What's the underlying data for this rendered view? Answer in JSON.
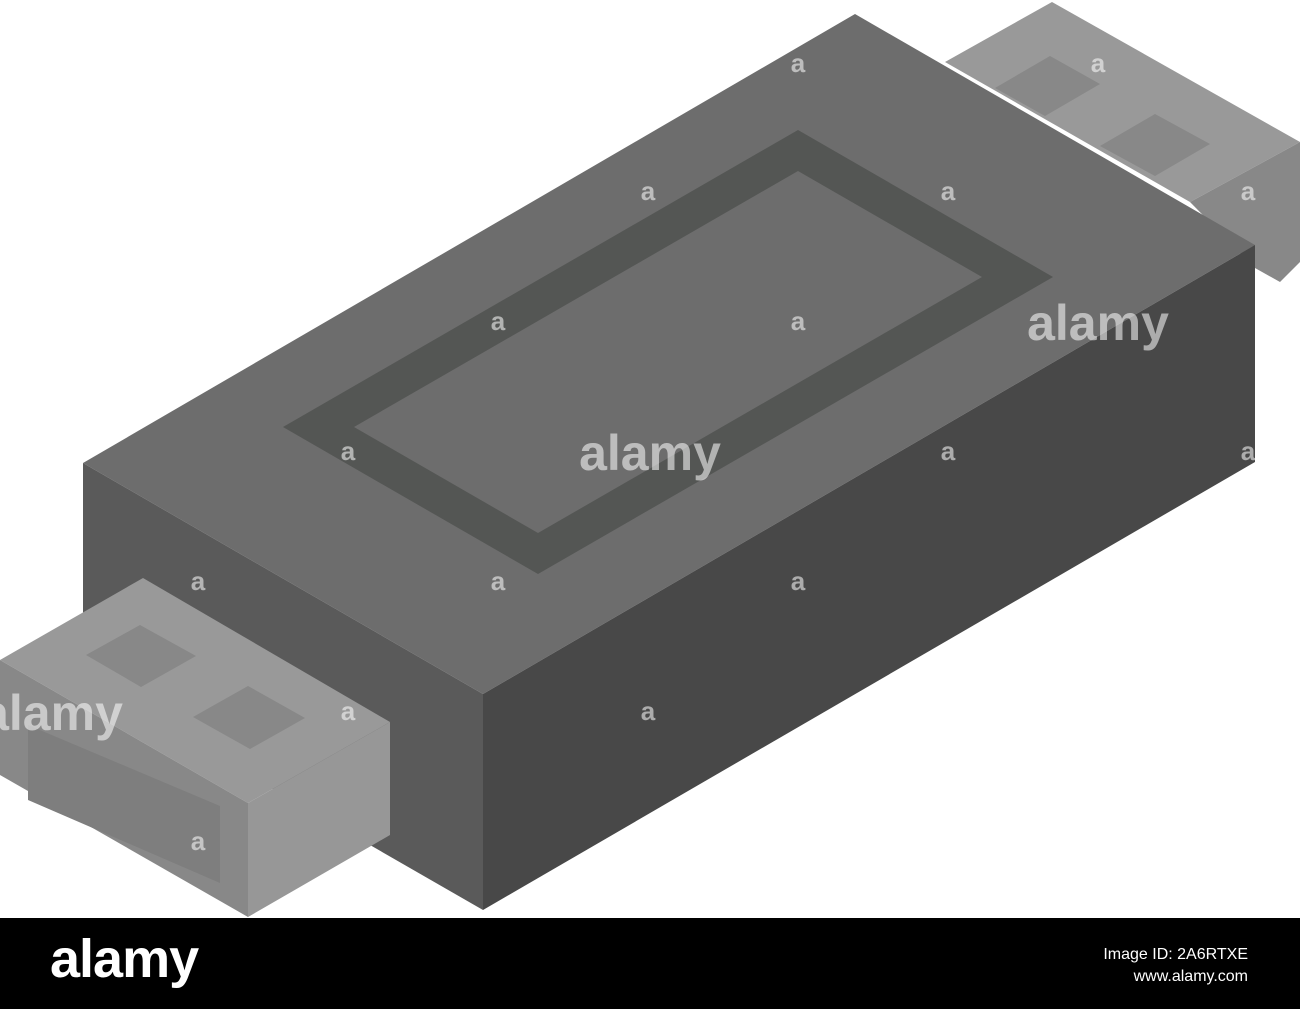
{
  "watermark": {
    "word": "alamy",
    "mark": "a",
    "color": "#ffffff"
  },
  "footer": {
    "logo_text": "alamy",
    "image_id": "Image ID: 2A6RTXE",
    "site": "www.alamy.com",
    "background": "#000000"
  },
  "illustration": {
    "subject": "usb-adapter",
    "colors": {
      "body_top": "#6d6d6d",
      "body_front": "#484848",
      "body_left": "#5a5a5a",
      "label_frame": "#545654",
      "plug_top": "#999999",
      "plug_side": "#8a8a8a",
      "plug_end": "#7e7e7e",
      "plug_contact": "#888888"
    }
  }
}
